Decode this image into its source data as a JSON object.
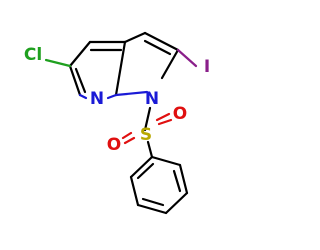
{
  "molecule": {
    "atoms": {
      "cl": "Cl",
      "i": "I",
      "n_pyridine": "N",
      "n_pyrrole": "N",
      "s": "S",
      "o_top": "O",
      "o_left": "O"
    },
    "colors": {
      "carbon": "#000000",
      "nitrogen": "#1a1ad6",
      "sulfur": "#b8a800",
      "oxygen": "#e01010",
      "chlorine": "#1fa01f",
      "iodine": "#8a1f8a"
    }
  }
}
